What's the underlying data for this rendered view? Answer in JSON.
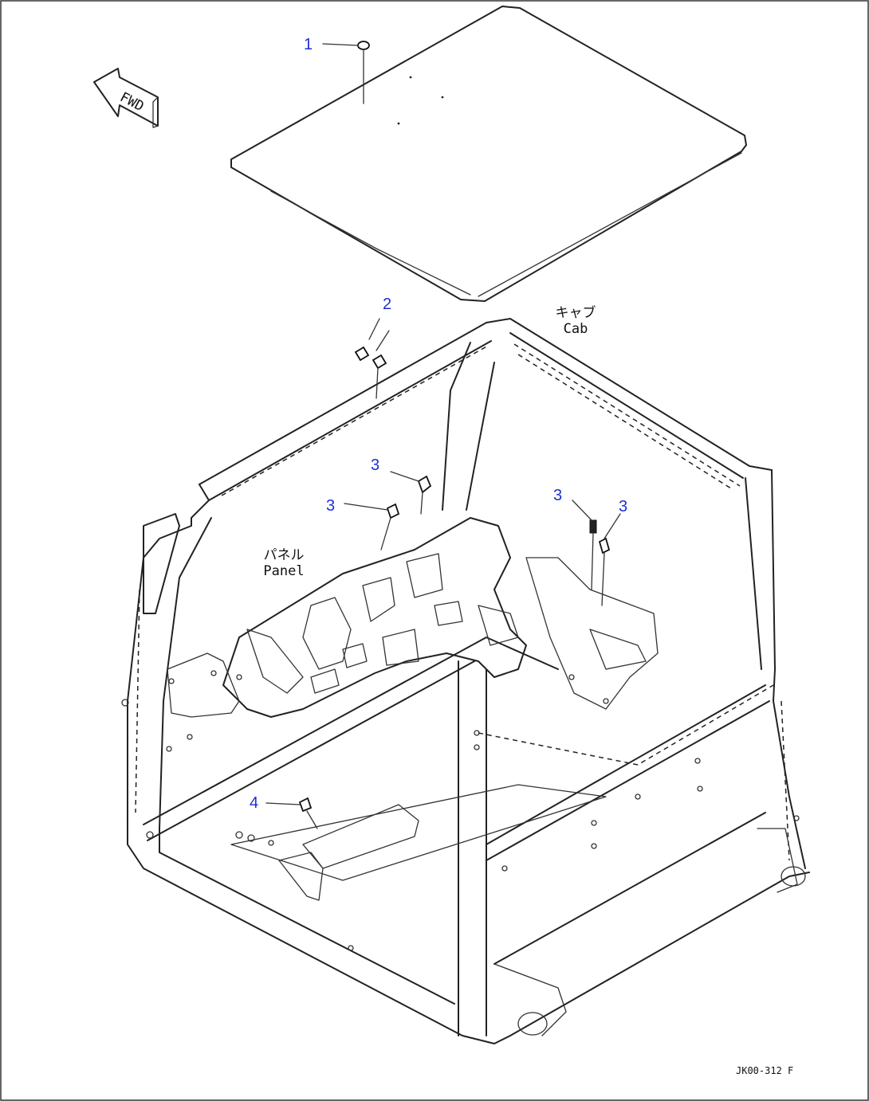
{
  "fwd_label": "FWD",
  "callouts": {
    "c1": "1",
    "c2": "2",
    "c3a": "3",
    "c3b": "3",
    "c3c": "3",
    "c3d": "3",
    "c4": "4"
  },
  "labels": {
    "cab_jp": "キャブ",
    "cab_en": "Cab",
    "panel_jp": "パネル",
    "panel_en": "Panel"
  },
  "drawing_code": "JK00-312 F",
  "colors": {
    "callout": "#1f2fd6",
    "line": "#222222"
  }
}
